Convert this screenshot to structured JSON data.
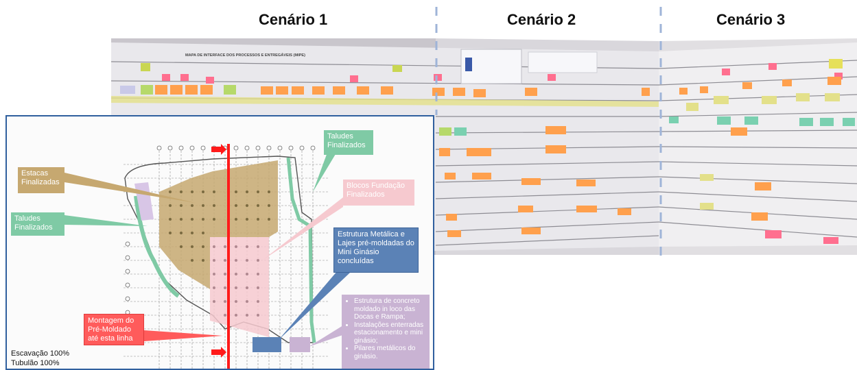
{
  "headings": {
    "scenario1": "Cenário 1",
    "scenario2": "Cenário 2",
    "scenario3": "Cenário 3"
  },
  "wall": {
    "board_title": "MAPA DE INTERFACE DOS PROCESSOS E ENTREGÁVEIS (MIPE)"
  },
  "plan": {
    "callouts": {
      "estacas": "Estacas Finalizadas",
      "taludes_left": "Taludes Finalizados",
      "taludes_top": "Taludes Finalizados",
      "blocos": "Blocos Fundação Finalizados",
      "estrutura_metalica": "Estrutura Metálica e Lajes pré-moldadas do Mini Ginásio concluídas",
      "montagem": "Montagem do Pré-Moldado até esta linha"
    },
    "bullets": [
      "Estrutura de concreto moldado in loco  das Docas e Rampa;",
      "Instalações enterradas estacionamento e mini ginásio;",
      "Pilares metálicos do ginásio."
    ],
    "legend": {
      "escavacao": "Escavação 100%",
      "tubulao": "Tubulão 100%"
    }
  },
  "colors": {
    "blue_border": "#2f5f9e",
    "estacas": "#c6a870",
    "taludes": "#7fcaa5",
    "blocos": "#f6c9cf",
    "estrutura": "#5b82b6",
    "montagem": "#ff5b5b",
    "bullets_box": "#c9b3d3",
    "red_line": "#ff1a1a",
    "dashed_divider": "#9fb4d8"
  }
}
